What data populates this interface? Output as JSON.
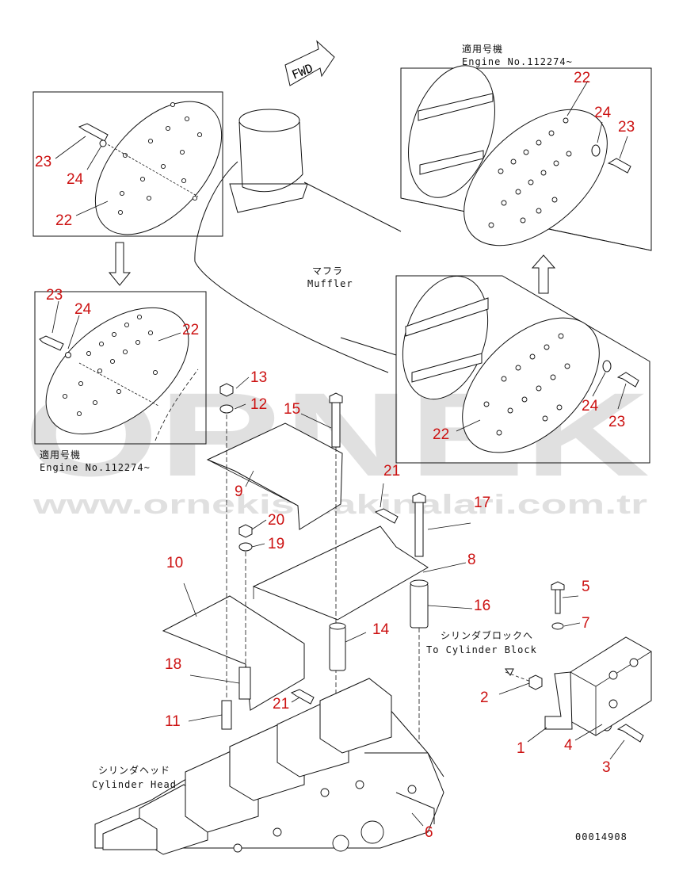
{
  "fwd_label": "FWD",
  "applicable_top": {
    "jp": "適用号機",
    "en": "Engine No.112274~"
  },
  "applicable_bottom": {
    "jp": "適用号機",
    "en": "Engine No.112274~"
  },
  "muffler": {
    "jp": "マフラ",
    "en": "Muffler"
  },
  "cylinder_block": {
    "jp": "シリンダブロックへ",
    "en": "To Cylinder Block"
  },
  "cylinder_head": {
    "jp": "シリンダヘッド",
    "en": "Cylinder Head"
  },
  "drawing_number": "00014908",
  "watermark": {
    "brand": "ORNEK",
    "url": "www.ornekismakinalari.com.tr"
  },
  "callouts": {
    "c1": "1",
    "c2": "2",
    "c3": "3",
    "c4": "4",
    "c5": "5",
    "c6": "6",
    "c7": "7",
    "c8": "8",
    "c9": "9",
    "c10": "10",
    "c11": "11",
    "c12": "12",
    "c13": "13",
    "c14": "14",
    "c15": "15",
    "c16": "16",
    "c17": "17",
    "c18": "18",
    "c19": "19",
    "c20": "20",
    "c21a": "21",
    "c21b": "21",
    "c22a": "22",
    "c22b": "22",
    "c22c": "22",
    "c22d": "22",
    "c23a": "23",
    "c23b": "23",
    "c23c": "23",
    "c23d": "23",
    "c24a": "24",
    "c24b": "24",
    "c24c": "24",
    "c24d": "24"
  },
  "colors": {
    "callout": "#cc1111",
    "line": "#111111",
    "watermark": "#c8c8c8"
  }
}
